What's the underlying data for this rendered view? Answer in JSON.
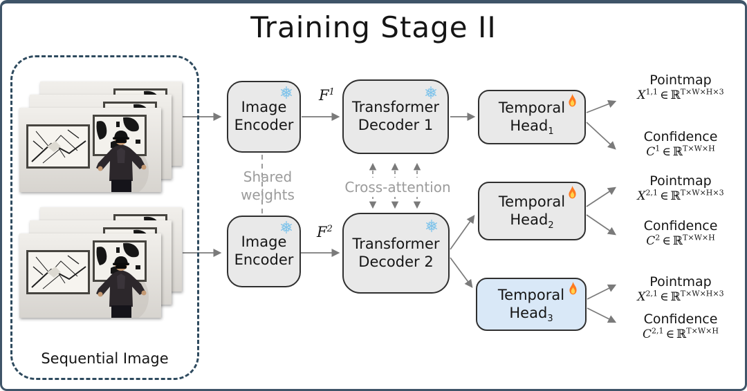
{
  "title": "Training Stage II",
  "sequential_panel": {
    "label": "Sequential Image"
  },
  "encoders": [
    {
      "line1": "Image",
      "line2": "Encoder"
    },
    {
      "line1": "Image",
      "line2": "Encoder"
    }
  ],
  "decoders": [
    {
      "line1": "Transformer",
      "line2": "Decoder 1"
    },
    {
      "line1": "Transformer",
      "line2": "Decoder 2"
    }
  ],
  "heads": [
    {
      "line1": "Temporal",
      "base": "Head",
      "sub": "1"
    },
    {
      "line1": "Temporal",
      "base": "Head",
      "sub": "2"
    },
    {
      "line1": "Temporal",
      "base": "Head",
      "sub": "3"
    }
  ],
  "features": [
    {
      "var": "F",
      "sup": "1"
    },
    {
      "var": "F",
      "sup": "2"
    }
  ],
  "annotations": {
    "shared_weights": "Shared weights",
    "cross_attention": "Cross-attention"
  },
  "outputs": [
    {
      "pointmap": {
        "label": "Pointmap",
        "var": "X",
        "sup": "1,1",
        "element": "∈",
        "set": "ℝ",
        "exp": "T×W×H×3"
      },
      "confidence": {
        "label": "Confidence",
        "var": "C",
        "sup": "1",
        "element": "∈",
        "set": "ℝ",
        "exp": "T×W×H"
      }
    },
    {
      "pointmap": {
        "label": "Pointmap",
        "var": "X",
        "sup": "2,1",
        "element": "∈",
        "set": "ℝ",
        "exp": "T×W×H×3"
      },
      "confidence": {
        "label": "Confidence",
        "var": "C",
        "sup": "2",
        "element": "∈",
        "set": "ℝ",
        "exp": "T×W×H"
      }
    },
    {
      "pointmap": {
        "label": "Pointmap",
        "var": "X",
        "sup": "2,1",
        "element": "∈",
        "set": "ℝ",
        "exp": "T×W×H×3"
      },
      "confidence": {
        "label": "Confidence",
        "var": "C",
        "sup": "2,1",
        "element": "∈",
        "set": "ℝ",
        "exp": "T×W×H"
      }
    }
  ],
  "icons": {
    "frozen": "snowflake-icon",
    "trainable": "flame-icon"
  },
  "colors": {
    "frame": "#3f5468",
    "dashed_border": "#2e4a5e",
    "box_gray": "#e9e9e9",
    "box_blue": "#d9e8f7",
    "box_border": "#2f2f2f",
    "arrow": "#7a7a7a",
    "muted_text": "#9b9b9b",
    "snowflake": "#7ec3ea",
    "flame_outer": "#ff7a1f",
    "flame_inner": "#ffd34d",
    "text": "#151515"
  }
}
